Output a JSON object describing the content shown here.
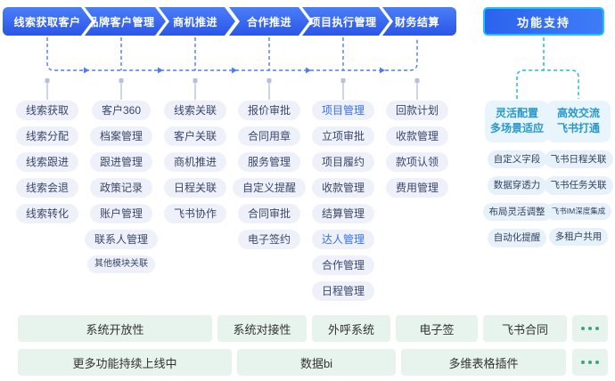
{
  "palette": {
    "stage_gradient_start": "#4a7ef8",
    "stage_gradient_end": "#2a55e6",
    "flow_line": "#4d7df2",
    "support_line": "#29b6ea",
    "pin_square": "#b6c0dc",
    "pin_line": "#ccd5ea",
    "item_bg": "#eef1f9",
    "item_text": "#3a476b",
    "item_highlight_text": "#3370ff",
    "support_border": "#1fc3f7",
    "support_header_bg": "#e9f5fc",
    "support_header_text": "#2798cc",
    "support_item_bg": "#e6f1fa",
    "bottom_bg": "#e7f3ed",
    "bottom_text": "#333333",
    "ellipsis_dot": "#3ea47b"
  },
  "stages": [
    {
      "label": "线索获取客户",
      "items": [
        {
          "text": "线索获取"
        },
        {
          "text": "线索分配"
        },
        {
          "text": "线索跟进"
        },
        {
          "text": "线索会退"
        },
        {
          "text": "线索转化"
        }
      ]
    },
    {
      "label": "品牌客户管理",
      "items": [
        {
          "text": "客户360"
        },
        {
          "text": "档案管理"
        },
        {
          "text": "跟进管理"
        },
        {
          "text": "政策记录"
        },
        {
          "text": "账户管理"
        },
        {
          "text": "联系人管理"
        },
        {
          "text": "其他模块关联",
          "small": true
        }
      ]
    },
    {
      "label": "商机推进",
      "items": [
        {
          "text": "线索关联"
        },
        {
          "text": "客户关联"
        },
        {
          "text": "商机推进"
        },
        {
          "text": "日程关联"
        },
        {
          "text": "飞书协作"
        }
      ]
    },
    {
      "label": "合作推进",
      "items": [
        {
          "text": "报价审批"
        },
        {
          "text": "合同用章"
        },
        {
          "text": "服务管理"
        },
        {
          "text": "自定义提醒"
        },
        {
          "text": "合同审批"
        },
        {
          "text": "电子签约"
        }
      ]
    },
    {
      "label": "项目执行管理",
      "items": [
        {
          "text": "项目管理",
          "highlight": true
        },
        {
          "text": "立项审批"
        },
        {
          "text": "项目履约"
        },
        {
          "text": "收款管理"
        },
        {
          "text": "结算管理"
        },
        {
          "text": "达人管理",
          "highlight": true
        },
        {
          "text": "合作管理"
        },
        {
          "text": "日程管理"
        }
      ]
    },
    {
      "label": "财务结算",
      "items": [
        {
          "text": "回款计划"
        },
        {
          "text": "收款管理"
        },
        {
          "text": "款项认领"
        },
        {
          "text": "费用管理"
        }
      ]
    }
  ],
  "support": {
    "label": "功能支持",
    "groups": [
      {
        "title_lines": [
          "灵活配置",
          "多场景适应"
        ],
        "items": [
          {
            "text": "自定义字段"
          },
          {
            "text": "数据穿透力"
          },
          {
            "text": "布局灵活调整"
          },
          {
            "text": "自动化提醒"
          }
        ]
      },
      {
        "title_lines": [
          "高效交流",
          "飞书打通"
        ],
        "items": [
          {
            "text": "飞书日程关联"
          },
          {
            "text": "飞书任务关联"
          },
          {
            "text": "飞书IM深度集成",
            "small": true
          },
          {
            "text": "多租户共用"
          }
        ]
      }
    ]
  },
  "bottom_rows": [
    [
      {
        "text": "系统开放性"
      },
      {
        "text": "系统对接性"
      },
      {
        "text": "外呼系统"
      },
      {
        "text": "电子签"
      },
      {
        "text": "飞书合同"
      },
      {
        "ellipsis": true
      }
    ],
    [
      {
        "text": "更多功能持续上线中"
      },
      {
        "text": "数据bi"
      },
      {
        "text": "多维表格插件"
      },
      {
        "ellipsis": true
      }
    ]
  ]
}
